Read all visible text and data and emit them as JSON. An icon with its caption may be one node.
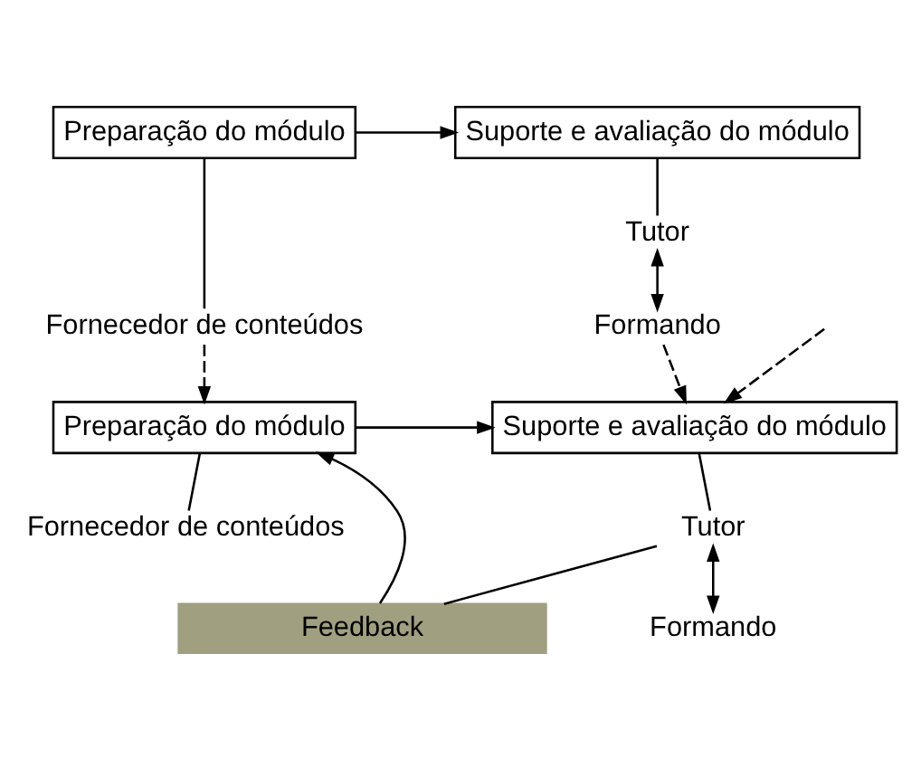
{
  "diagram": {
    "nodes": [
      {
        "text": [
          "Preparação do módulo"
        ]
      },
      {
        "text": [
          "Fornecedor de conteúdos"
        ]
      },
      {
        "text": [
          "Suporte e avaliação do módulo"
        ]
      },
      {
        "text": [
          "Tutor"
        ]
      },
      {
        "text": [
          "Formando"
        ]
      },
      {
        "text": [
          "Preparação do módulo"
        ]
      },
      {
        "text": [
          "Fornecedor de conteúdos"
        ]
      },
      {
        "text": [
          "Suporte e avaliação do módulo"
        ]
      },
      {
        "text": [
          "Tutor"
        ]
      },
      {
        "text": [
          "Formando"
        ]
      },
      {
        "text": [
          "Feedback"
        ]
      }
    ],
    "edges": [
      {
        "from": 0,
        "to": 2,
        "arrow": "to"
      },
      {
        "from": 0,
        "to": 1,
        "arrow": "none"
      },
      {
        "from": 2,
        "to": 3,
        "arrow": "none"
      },
      {
        "from": 3,
        "to": 4,
        "arrow": "both"
      },
      {
        "from": 1,
        "to": 5,
        "arrow": "to",
        "style": "dashed"
      },
      {
        "from": null,
        "to": 7,
        "arrow": "to",
        "style": "dashed"
      },
      {
        "from": 4,
        "to": 7,
        "arrow": "to",
        "style": "dashed"
      },
      {
        "from": 5,
        "to": 7,
        "arrow": "to"
      },
      {
        "from": 5,
        "to": 6,
        "arrow": "none"
      },
      {
        "from": 7,
        "to": 8,
        "arrow": "none"
      },
      {
        "from": 8,
        "to": 9,
        "arrow": "both"
      },
      {
        "from": 8,
        "to": 10,
        "arrow": "none"
      },
      {
        "from": 10,
        "to": 5,
        "arrow": "to"
      }
    ]
  }
}
